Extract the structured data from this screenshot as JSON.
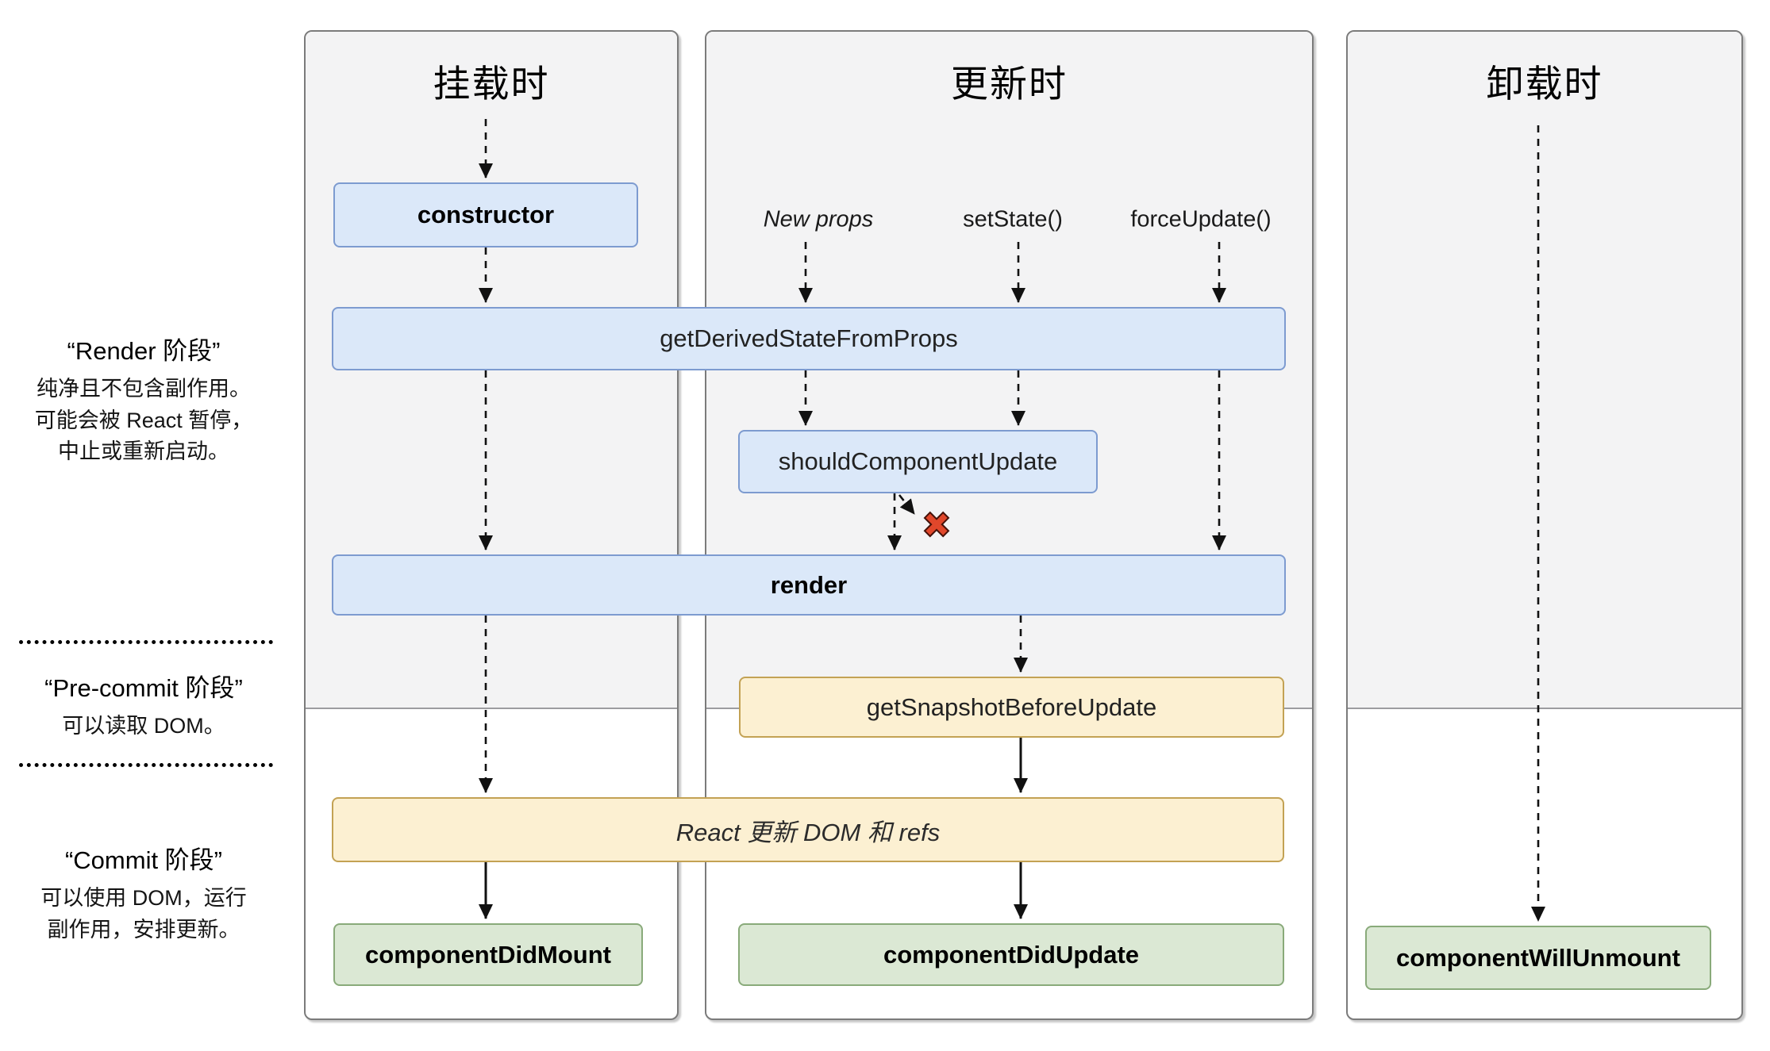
{
  "legend": {
    "render_phase": {
      "title": "“Render 阶段”",
      "lines": [
        "纯净且不包含副作用。",
        "可能会被 React 暂停，",
        "中止或重新启动。"
      ]
    },
    "pre_commit_phase": {
      "title": "“Pre-commit 阶段”",
      "lines": [
        "可以读取 DOM。"
      ]
    },
    "commit_phase": {
      "title": "“Commit 阶段”",
      "lines": [
        "可以使用 DOM，运行",
        "副作用，安排更新。"
      ]
    }
  },
  "columns": {
    "mounting": {
      "title": "挂载时"
    },
    "updating": {
      "title": "更新时",
      "triggers": [
        "New props",
        "setState()",
        "forceUpdate()"
      ]
    },
    "unmounting": {
      "title": "卸载时"
    }
  },
  "boxes": {
    "constructor": {
      "label": "constructor"
    },
    "get_derived_state_from_props": {
      "label": "getDerivedStateFromProps"
    },
    "should_component_update": {
      "label": "shouldComponentUpdate"
    },
    "render": {
      "label": "render"
    },
    "get_snapshot_before_update": {
      "label": "getSnapshotBeforeUpdate"
    },
    "react_updates_dom": {
      "label": "React 更新 DOM 和 refs"
    },
    "component_did_mount": {
      "label": "componentDidMount"
    },
    "component_did_update": {
      "label": "componentDidUpdate"
    },
    "component_will_unmount": {
      "label": "componentWillUnmount"
    }
  },
  "icons": {
    "cancel_x": "✖"
  },
  "colors": {
    "box_blue_fill": "#dbe8f9",
    "box_blue_border": "#7d9bd0",
    "box_yellow_fill": "#fcf0d2",
    "box_yellow_border": "#c3a254",
    "box_green_fill": "#dbe8d4",
    "box_green_border": "#89aa7a",
    "panel_band": "#f3f3f4",
    "panel_border": "#7b7b7b",
    "cancel_x_red": "#e0472b",
    "arrow": "#111111"
  }
}
